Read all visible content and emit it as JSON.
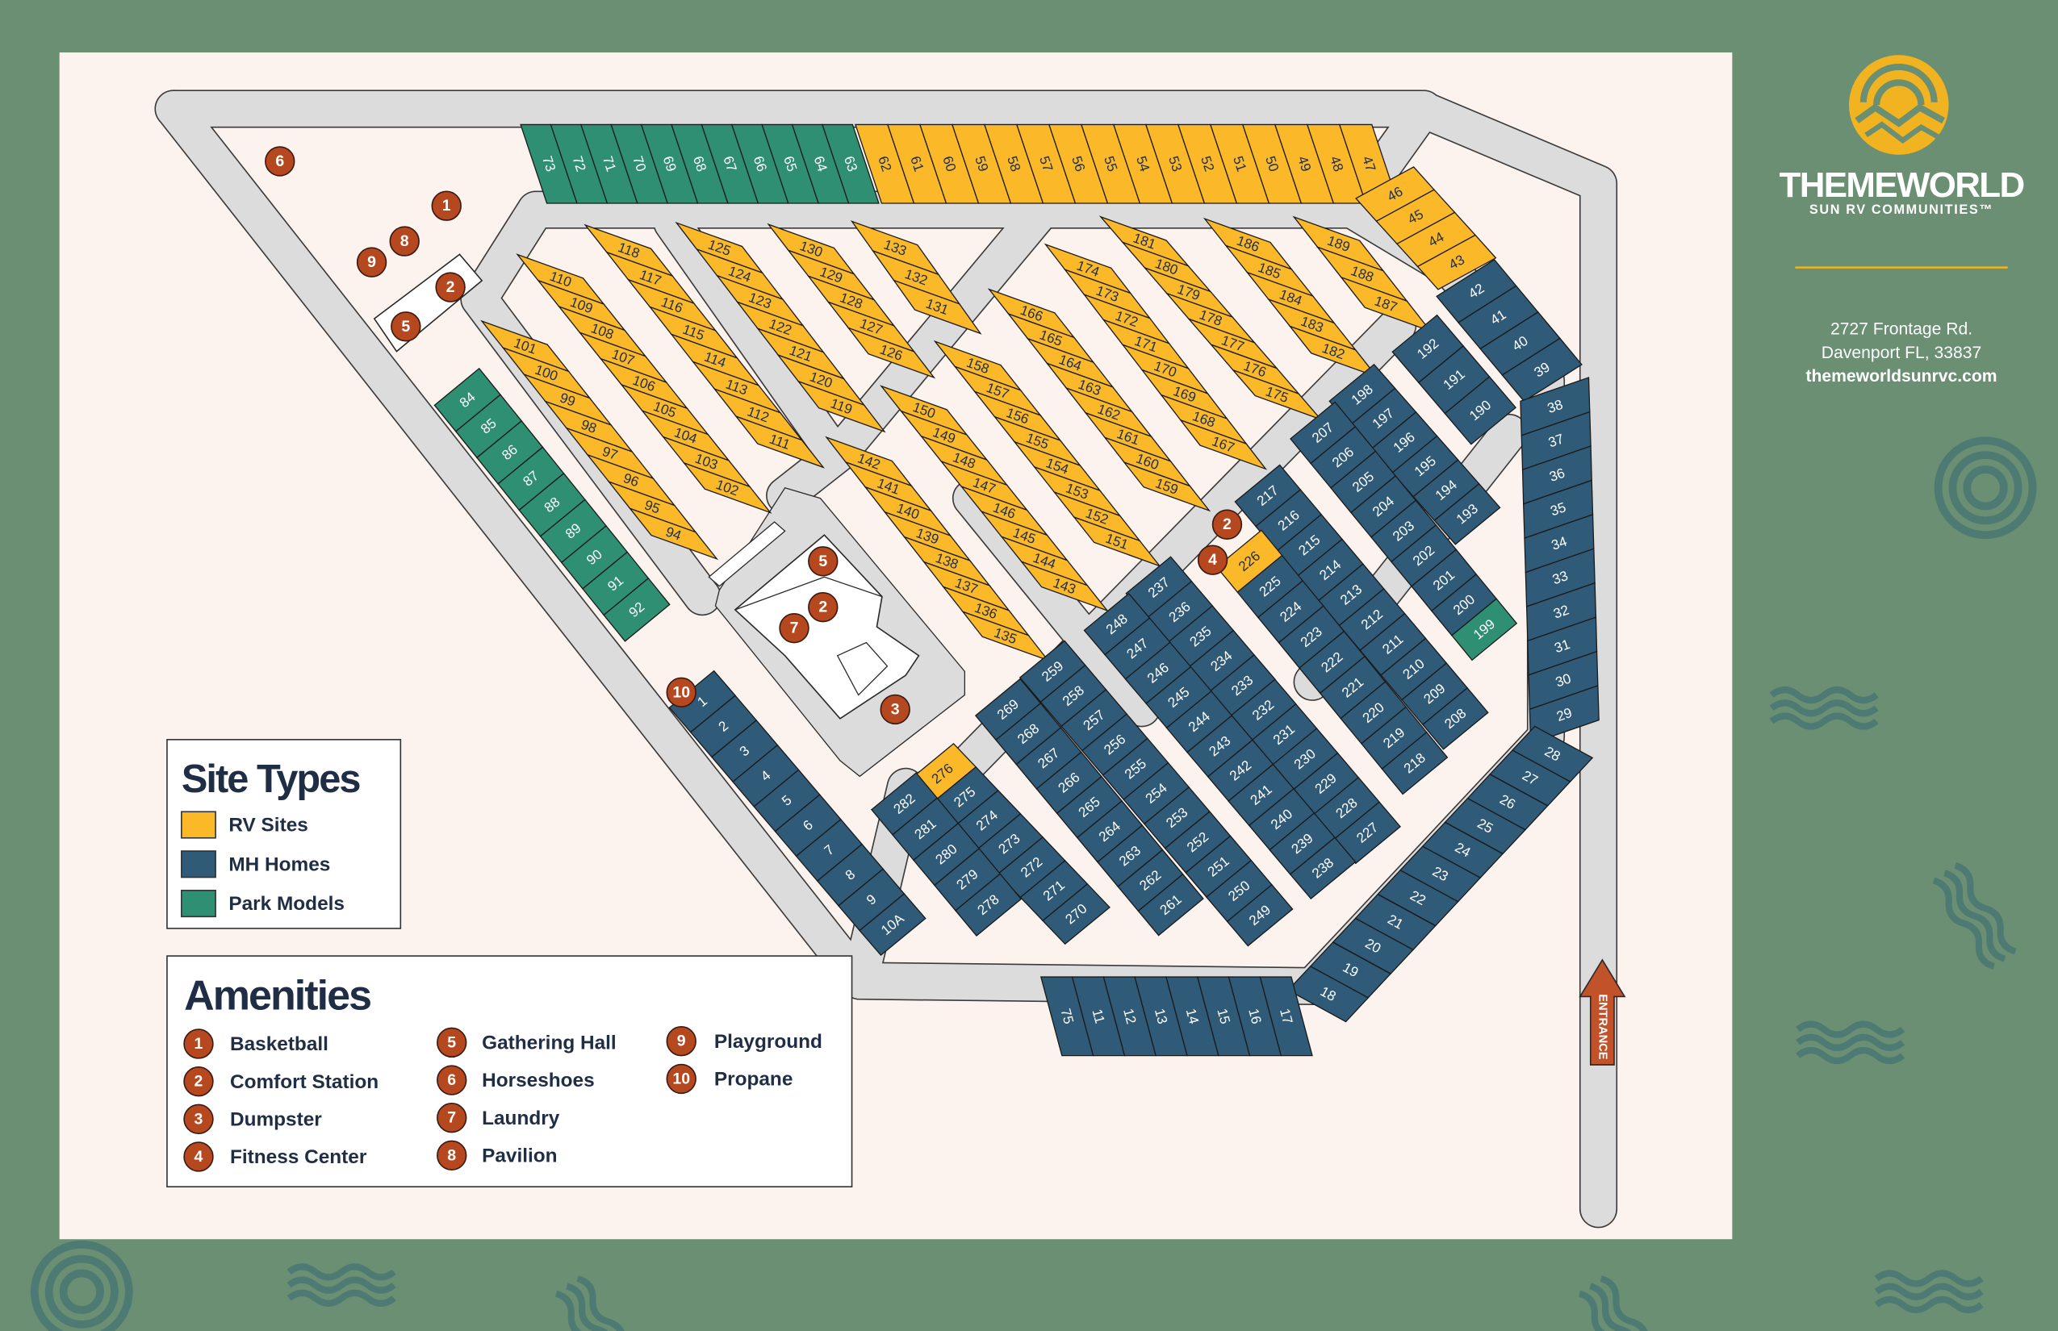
{
  "brand": {
    "name": "THEMEWORLD",
    "tagline": "SUN RV COMMUNITIES™",
    "address_line1": "2727 Frontage Rd.",
    "address_line2": "Davenport FL, 33837",
    "website": "themeworldsunrvc.com"
  },
  "colors": {
    "background": "#6b8f72",
    "map_panel": "#fdf3ee",
    "road": "#dcdcdc",
    "rv": "#fbb92a",
    "mh": "#2f5a78",
    "park": "#2e8f72",
    "marker": "#b5481f",
    "text_dark": "#1f2d45",
    "accent_line": "#f2b320"
  },
  "site_types": {
    "title": "Site Types",
    "items": [
      {
        "key": "rv",
        "label": "RV Sites"
      },
      {
        "key": "mh",
        "label": "MH Homes"
      },
      {
        "key": "park",
        "label": "Park Models"
      }
    ]
  },
  "amenities": {
    "title": "Amenities",
    "items": [
      {
        "num": "1",
        "label": "Basketball"
      },
      {
        "num": "2",
        "label": "Comfort Station"
      },
      {
        "num": "3",
        "label": "Dumpster"
      },
      {
        "num": "4",
        "label": "Fitness Center"
      },
      {
        "num": "5",
        "label": "Gathering Hall"
      },
      {
        "num": "6",
        "label": "Horseshoes"
      },
      {
        "num": "7",
        "label": "Laundry"
      },
      {
        "num": "8",
        "label": "Pavilion"
      },
      {
        "num": "9",
        "label": "Playground"
      },
      {
        "num": "10",
        "label": "Propane"
      }
    ]
  },
  "map": {
    "entrance_label": "ENTRANCE",
    "markers": [
      "6",
      "1",
      "8",
      "9",
      "2",
      "5",
      "5",
      "2",
      "7",
      "3",
      "10",
      "2",
      "4"
    ],
    "rows": [
      {
        "type": "park",
        "sites": [
          "73",
          "72",
          "71",
          "70",
          "69",
          "68",
          "67",
          "66",
          "65",
          "64",
          "63"
        ]
      },
      {
        "type": "rv",
        "sites": [
          "62",
          "61",
          "60",
          "59",
          "58",
          "57",
          "56",
          "55",
          "54",
          "53",
          "52",
          "51",
          "50",
          "49",
          "48",
          "47"
        ]
      },
      {
        "type": "rv",
        "sites": [
          "46",
          "45",
          "44",
          "43"
        ]
      },
      {
        "type": "mh",
        "sites": [
          "42",
          "41",
          "40",
          "39"
        ]
      },
      {
        "type": "mh",
        "sites": [
          "38",
          "37",
          "36",
          "35",
          "34",
          "33",
          "32",
          "31",
          "30",
          "29"
        ]
      },
      {
        "type": "mh",
        "sites": [
          "28",
          "27",
          "26",
          "25",
          "24",
          "23",
          "22",
          "21",
          "20",
          "19",
          "18"
        ]
      },
      {
        "type": "mh",
        "sites": [
          "17",
          "16",
          "15",
          "14",
          "13",
          "12",
          "11",
          "75"
        ]
      },
      {
        "type": "mh",
        "sites": [
          "1",
          "2",
          "3",
          "4",
          "5",
          "6",
          "7",
          "8",
          "9",
          "10A"
        ]
      },
      {
        "type": "park",
        "sites": [
          "84",
          "85",
          "86",
          "87",
          "88",
          "89",
          "90",
          "91",
          "92"
        ]
      },
      {
        "type": "rv",
        "sites": [
          "101",
          "100",
          "99",
          "98",
          "97",
          "96",
          "95",
          "94"
        ]
      },
      {
        "type": "rv",
        "sites": [
          "110",
          "109",
          "108",
          "107",
          "106",
          "105",
          "104",
          "103",
          "102"
        ]
      },
      {
        "type": "rv",
        "sites": [
          "118",
          "117",
          "116",
          "115",
          "114",
          "113",
          "112",
          "111"
        ]
      },
      {
        "type": "rv",
        "sites": [
          "125",
          "124",
          "123",
          "122",
          "121",
          "120",
          "119"
        ]
      },
      {
        "type": "rv",
        "sites": [
          "130",
          "129",
          "128",
          "127",
          "126"
        ]
      },
      {
        "type": "rv",
        "sites": [
          "133",
          "132",
          "131"
        ]
      },
      {
        "type": "rv",
        "sites": [
          "142",
          "141",
          "140",
          "139",
          "138",
          "137",
          "136",
          "135"
        ]
      },
      {
        "type": "rv",
        "sites": [
          "150",
          "149",
          "148",
          "147",
          "146",
          "145",
          "144",
          "143"
        ]
      },
      {
        "type": "rv",
        "sites": [
          "158",
          "157",
          "156",
          "155",
          "154",
          "153",
          "152",
          "151"
        ]
      },
      {
        "type": "rv",
        "sites": [
          "166",
          "165",
          "164",
          "163",
          "162",
          "161",
          "160",
          "159"
        ]
      },
      {
        "type": "rv",
        "sites": [
          "174",
          "173",
          "172",
          "171",
          "170",
          "169",
          "168",
          "167"
        ]
      },
      {
        "type": "rv",
        "sites": [
          "181",
          "180",
          "179",
          "178",
          "177",
          "176",
          "175"
        ]
      },
      {
        "type": "rv",
        "sites": [
          "186",
          "185",
          "184",
          "183",
          "182"
        ]
      },
      {
        "type": "rv",
        "sites": [
          "189",
          "188",
          "187"
        ]
      },
      {
        "type": "mh",
        "sites": [
          "192",
          "191",
          "190"
        ]
      },
      {
        "type": "mh",
        "sites": [
          "198",
          "197",
          "196",
          "195",
          "194",
          "193"
        ]
      },
      {
        "type": "mh",
        "sites": [
          "207",
          "206",
          "205",
          "204",
          "203",
          "202",
          "201",
          "200",
          "199"
        ],
        "exceptions": {
          "199": "park"
        }
      },
      {
        "type": "mh",
        "sites": [
          "217",
          "216",
          "215",
          "214",
          "213",
          "212",
          "211",
          "210",
          "209",
          "208"
        ]
      },
      {
        "type": "mh",
        "sites": [
          "226",
          "225",
          "224",
          "223",
          "222",
          "221",
          "220",
          "219",
          "218"
        ],
        "exceptions": {
          "226": "rv"
        }
      },
      {
        "type": "mh",
        "sites": [
          "237",
          "236",
          "235",
          "234",
          "233",
          "232",
          "231",
          "230",
          "229",
          "228",
          "227"
        ]
      },
      {
        "type": "mh",
        "sites": [
          "248",
          "247",
          "246",
          "245",
          "244",
          "243",
          "242",
          "241",
          "240",
          "239",
          "238"
        ]
      },
      {
        "type": "mh",
        "sites": [
          "259",
          "258",
          "257",
          "256",
          "255",
          "254",
          "253",
          "252",
          "251",
          "250",
          "249"
        ]
      },
      {
        "type": "mh",
        "sites": [
          "269",
          "268",
          "267",
          "266",
          "265",
          "264",
          "263",
          "262",
          "261"
        ]
      },
      {
        "type": "mh",
        "sites": [
          "276",
          "275",
          "274",
          "273",
          "272",
          "271",
          "270"
        ],
        "exceptions": {
          "276": "rv"
        }
      },
      {
        "type": "mh",
        "sites": [
          "282",
          "281",
          "280",
          "279",
          "278"
        ]
      }
    ]
  }
}
